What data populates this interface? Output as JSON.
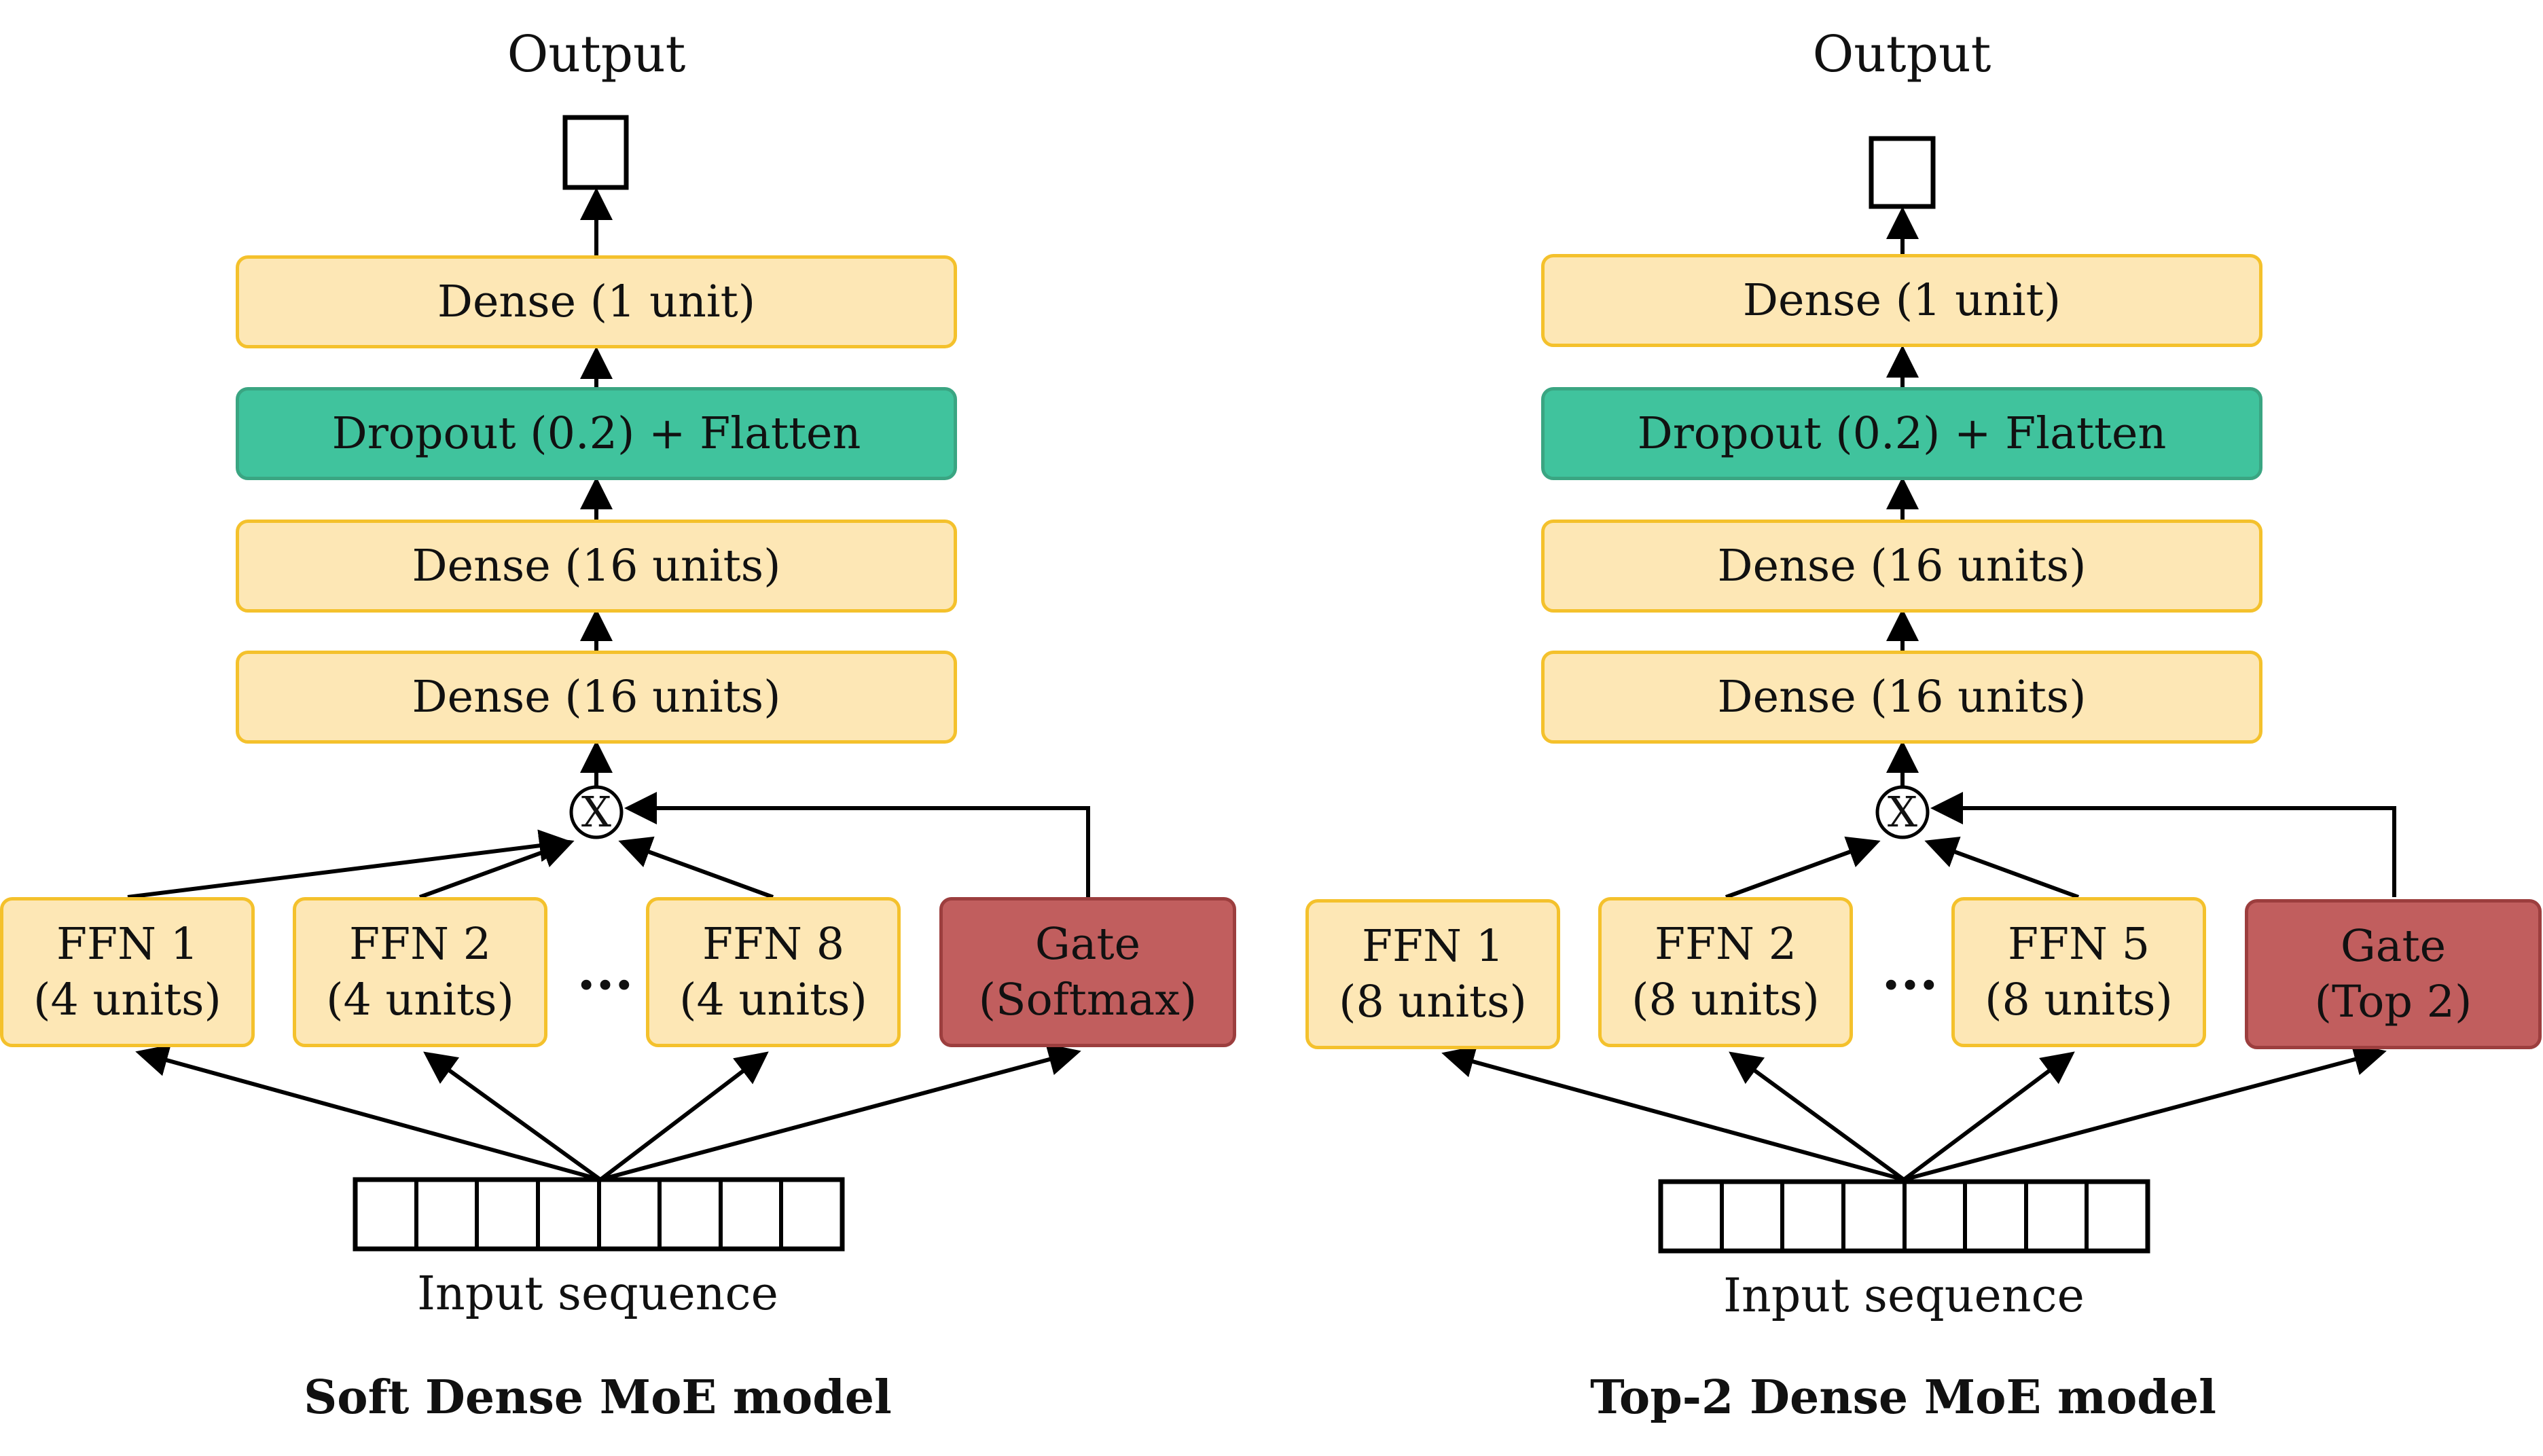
{
  "diagrams": [
    {
      "title": "Soft Dense MoE model",
      "output_label": "Output",
      "layers": [
        "Dense (1 unit)",
        "Dropout (0.2) + Flatten",
        "Dense (16 units)",
        "Dense (16 units)"
      ],
      "multiply_symbol": "X",
      "experts": [
        {
          "name": "FFN 1",
          "units": "(4 units)"
        },
        {
          "name": "FFN 2",
          "units": "(4 units)"
        },
        {
          "name": "FFN 8",
          "units": "(4 units)"
        }
      ],
      "ellipsis": "···",
      "gate": {
        "name": "Gate",
        "detail": "(Softmax)"
      },
      "input_label": "Input sequence",
      "input_cells": 8
    },
    {
      "title": "Top-2 Dense MoE model",
      "output_label": "Output",
      "layers": [
        "Dense (1 unit)",
        "Dropout (0.2) + Flatten",
        "Dense (16 units)",
        "Dense (16 units)"
      ],
      "multiply_symbol": "X",
      "experts": [
        {
          "name": "FFN 1",
          "units": "(8 units)"
        },
        {
          "name": "FFN 2",
          "units": "(8 units)"
        },
        {
          "name": "FFN 5",
          "units": "(8 units)"
        }
      ],
      "ellipsis": "···",
      "gate": {
        "name": "Gate",
        "detail": "(Top 2)"
      },
      "input_label": "Input sequence",
      "input_cells": 8
    }
  ],
  "colors": {
    "dense_fill": "#fde7b5",
    "dense_border": "#f4c12c",
    "dropout_fill": "#40c39d",
    "gate_fill": "#c15e5e"
  }
}
